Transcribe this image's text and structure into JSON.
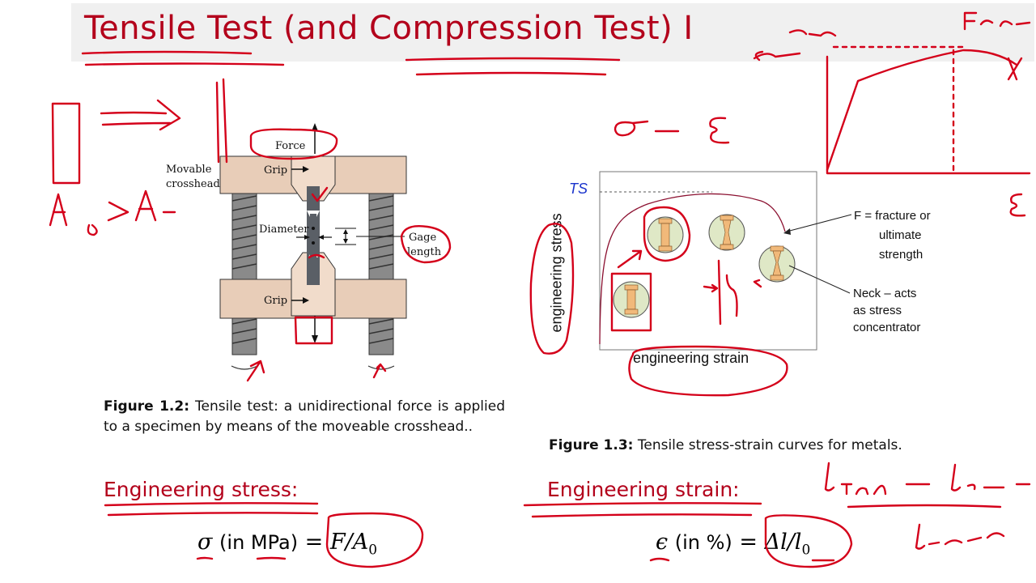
{
  "slide": {
    "title": "Tensile Test (and Compression Test)  I"
  },
  "figure_left": {
    "labels": {
      "force": "Force",
      "grip_top": "Grip",
      "grip_bottom": "Grip",
      "movable_line1": "Movable",
      "movable_line2": "crosshead",
      "diameter": "Diameter",
      "gage_line1": "Gage",
      "gage_line2": "length"
    },
    "caption_label": "Figure 1.2:",
    "caption_text": "Tensile test: a unidirectional force is applied to a specimen by means of the moveable crosshead.."
  },
  "figure_right": {
    "ts_label": "TS",
    "y_axis_label": "engineering stress",
    "x_axis_label": "engineering strain",
    "fracture_line1": "F = fracture or",
    "fracture_line2": "ultimate",
    "fracture_line3": "strength",
    "neck_line1": "Neck – acts",
    "neck_line2": "as stress",
    "neck_line3": "concentrator",
    "caption_label": "Figure 1.3:",
    "caption_text": "Tensile stress-strain curves for metals."
  },
  "equations": {
    "stress_heading": "Engineering stress:",
    "strain_heading": "Engineering strain:",
    "stress_symbol": "σ",
    "stress_unit": "(in MPa)",
    "stress_rhs_num": "F/A",
    "stress_rhs_sub": "0",
    "strain_symbol": "ϵ",
    "strain_unit": "(in %)",
    "strain_rhs_num": "Δl/l",
    "strain_rhs_sub": "0"
  },
  "colors": {
    "title_red": "#b3001b",
    "ink_red": "#d4001a",
    "machine_tan": "#e8cdb8",
    "specimen_gray": "#5a5f66",
    "label_blue": "#1a33cc"
  }
}
